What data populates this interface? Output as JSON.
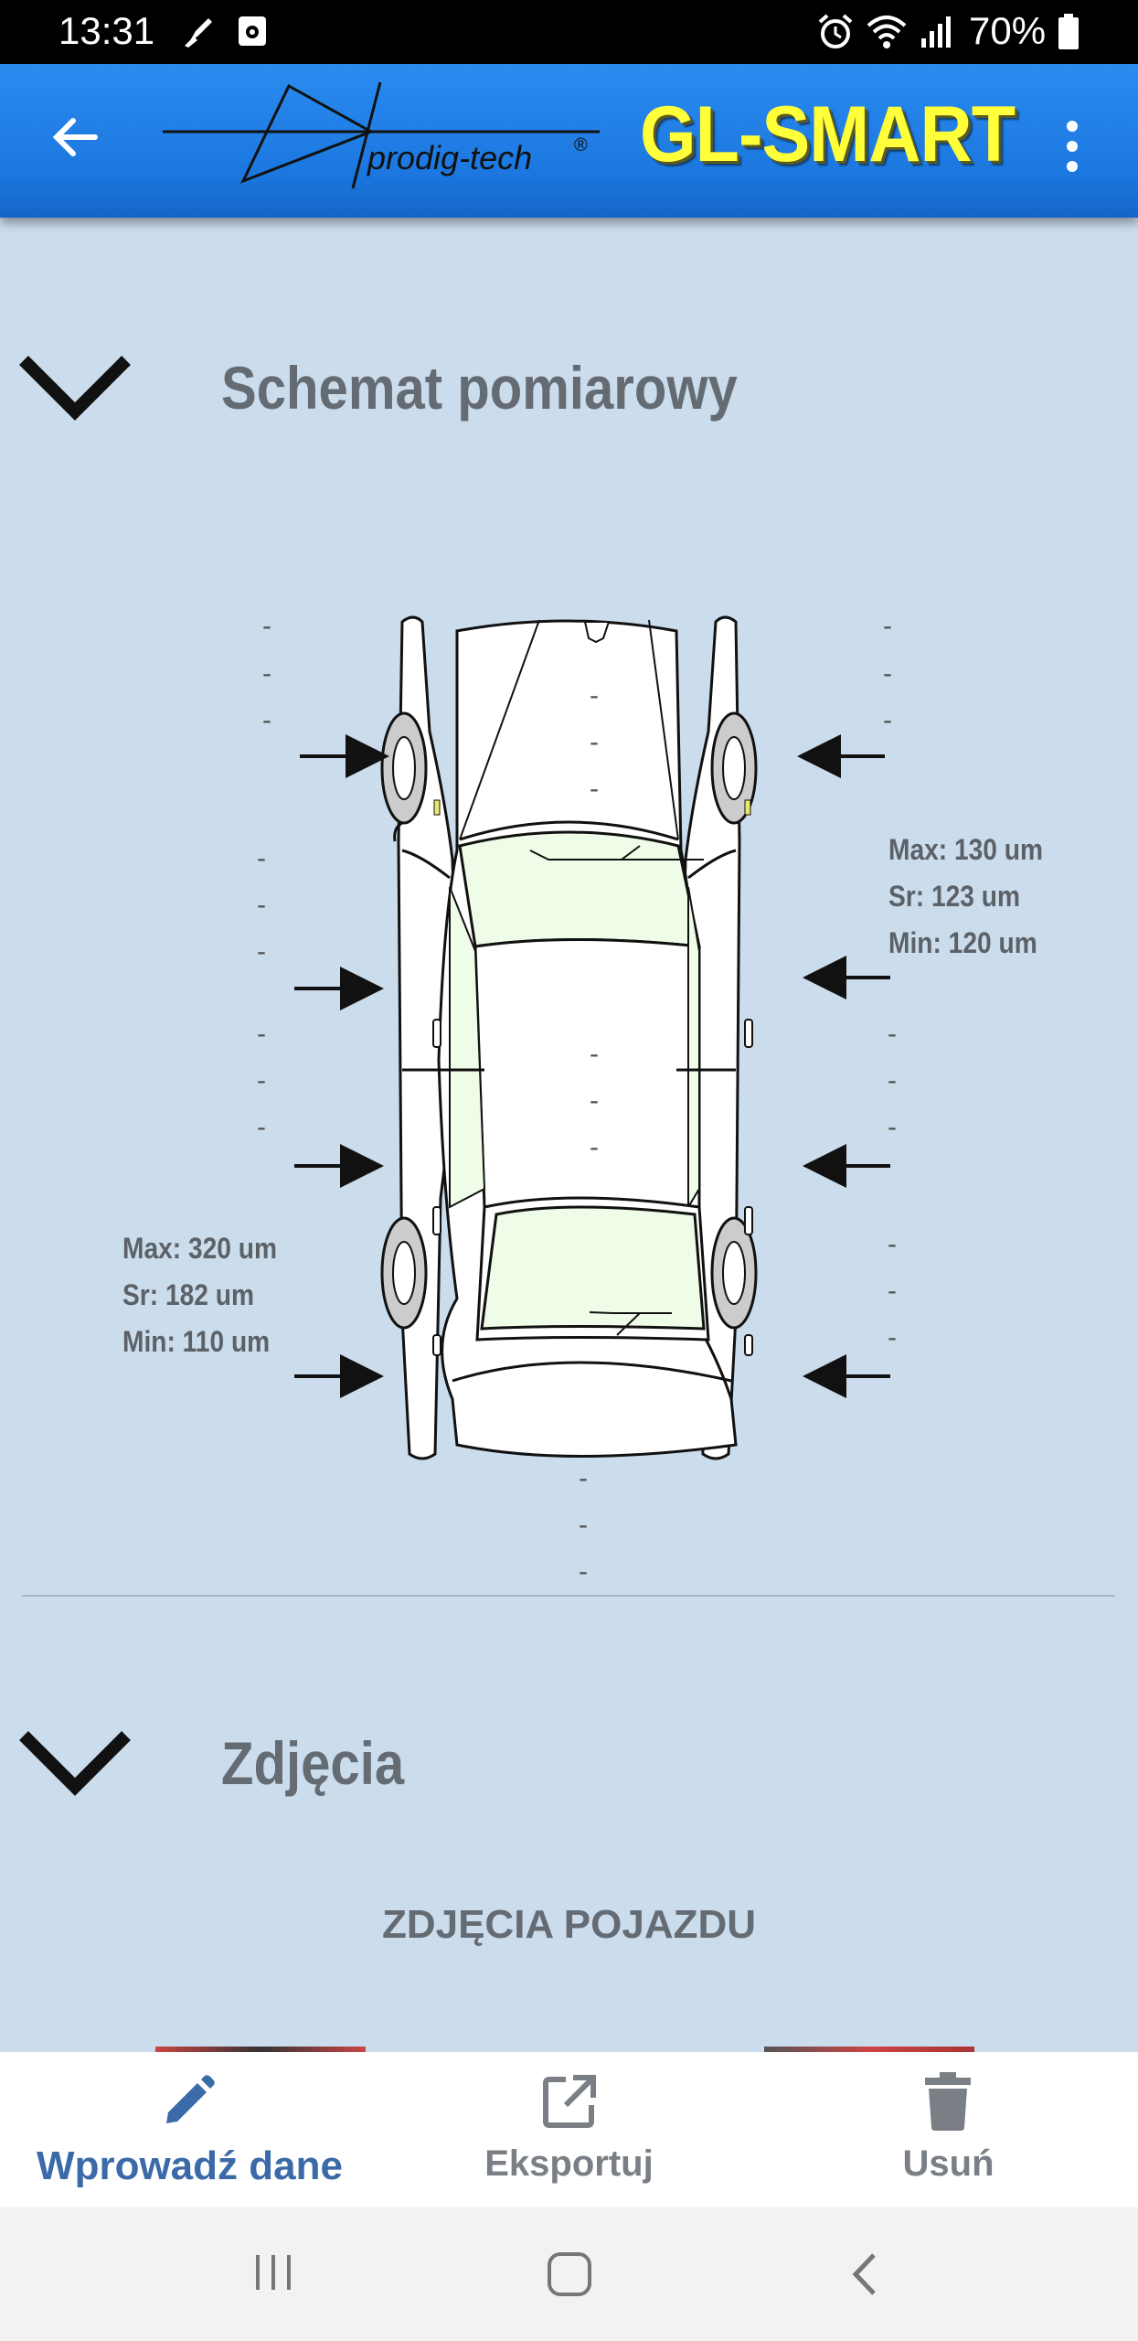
{
  "status": {
    "time": "13:31",
    "battery": "70%"
  },
  "appbar": {
    "logo_text": "prodig-tech",
    "logo_mark": "®",
    "brand": "GL-SMART"
  },
  "sections": {
    "schemat": {
      "title": "Schemat pomiarowy"
    },
    "zdjecia": {
      "title": "Zdjęcia",
      "subtitle": "ZDJĘCIA POJAZDU"
    }
  },
  "measurements": {
    "right_front_door": {
      "max": "Max: 130 um",
      "avg": "Sr: 123 um",
      "min": "Min: 120 um"
    },
    "left_rear": {
      "max": "Max: 320 um",
      "avg": "Sr: 182 um",
      "min": "Min: 110 um"
    }
  },
  "empty_value": "-",
  "bottom_nav": [
    {
      "label": "Wprowadź dane",
      "icon": "pencil-icon",
      "active": true
    },
    {
      "label": "Eksportuj",
      "icon": "export-icon",
      "active": false
    },
    {
      "label": "Usuń",
      "icon": "trash-icon",
      "active": false
    }
  ],
  "colors": {
    "background": "#cbdcec",
    "appbar": "#1c78e0",
    "brand": "#ffff3a",
    "active_nav": "#3a6aa8",
    "glass": "#eefce8"
  }
}
